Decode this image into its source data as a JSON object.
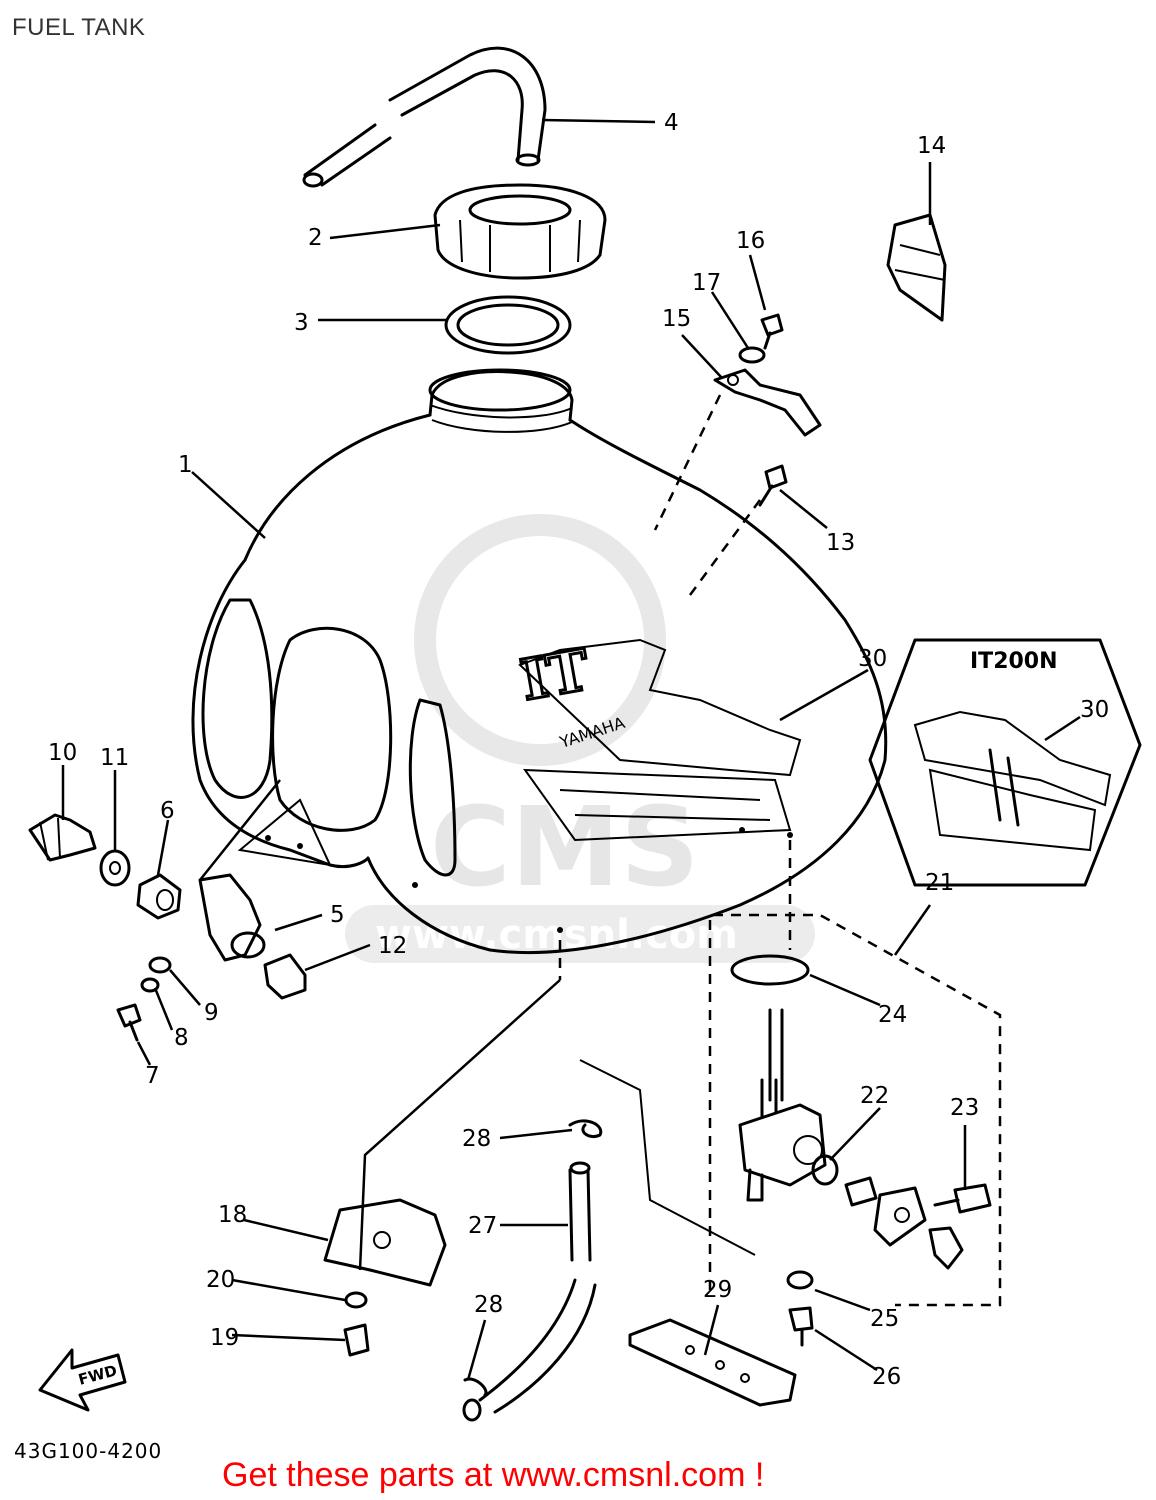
{
  "title": "FUEL TANK",
  "drawing_code": "43G100-4200",
  "model_inset_label": "IT200N",
  "forward_arrow_label": "FWD",
  "tank_decal": {
    "logo": "IT",
    "brand": "YAMAHA"
  },
  "watermark": {
    "logo": "CMS",
    "url": "www.cmsnl.com"
  },
  "promo_text": "Get these parts at www.cmsnl.com !",
  "callouts": [
    "1",
    "2",
    "3",
    "4",
    "5",
    "6",
    "7",
    "8",
    "9",
    "10",
    "11",
    "12",
    "13",
    "14",
    "15",
    "16",
    "17",
    "18",
    "19",
    "20",
    "21",
    "22",
    "23",
    "24",
    "25",
    "26",
    "27",
    "28",
    "29",
    "30"
  ],
  "inset_callout": "30",
  "secondary_callout": "28"
}
